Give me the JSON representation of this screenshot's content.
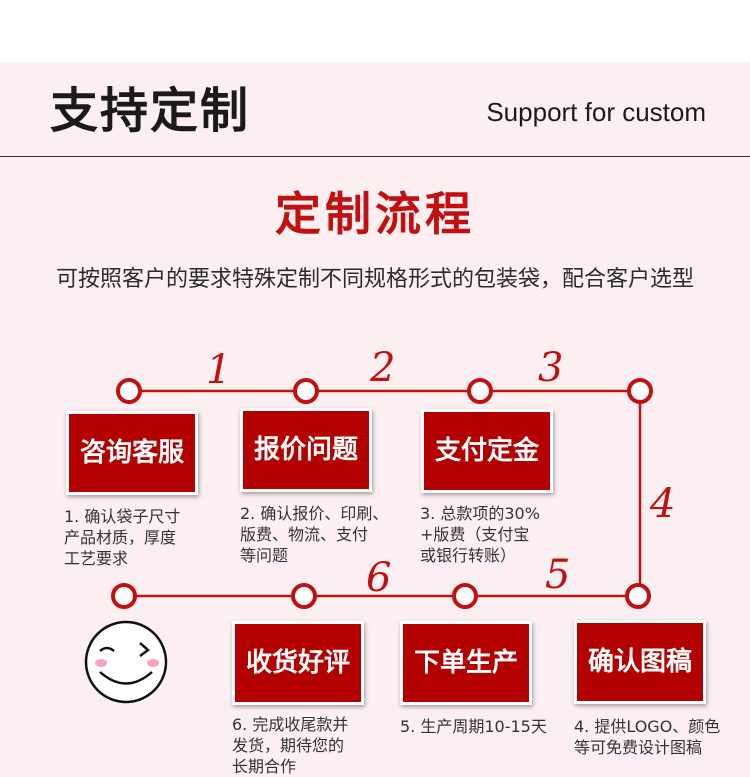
{
  "header": {
    "title": "支持定制",
    "subtitle": "Support for custom"
  },
  "section": {
    "title": "定制流程",
    "description": "可按照客户的要求特殊定制不同规格形式的包装袋，配合客户选型"
  },
  "steps": [
    {
      "label": "咨询客服",
      "note": [
        "1. 确认袋子尺寸",
        "产品材质，厚度",
        "工艺要求"
      ]
    },
    {
      "label": "报价问题",
      "note": [
        "2. 确认报价、印刷、",
        "版费、物流、支付",
        "等问题"
      ]
    },
    {
      "label": "支付定金",
      "note": [
        "3. 总款项的30%",
        "+版费（支付宝",
        "或银行转账）"
      ]
    },
    {
      "label": "确认图稿",
      "note": [
        "4. 提供LOGO、颜色",
        "等可免费设计图稿"
      ]
    },
    {
      "label": "下单生产",
      "note": [
        "5. 生产周期10-15天"
      ]
    },
    {
      "label": "收货好评",
      "note": [
        "6. 完成收尾款并",
        "发货，期待您的",
        "长期合作"
      ]
    }
  ],
  "step_numbers": [
    "1",
    "2",
    "3",
    "4",
    "5",
    "6"
  ],
  "colors": {
    "accent_red": "#c21010",
    "box_red": "#b30000",
    "background": "#fceff1"
  },
  "icons": [
    "smiley-wink-icon"
  ]
}
